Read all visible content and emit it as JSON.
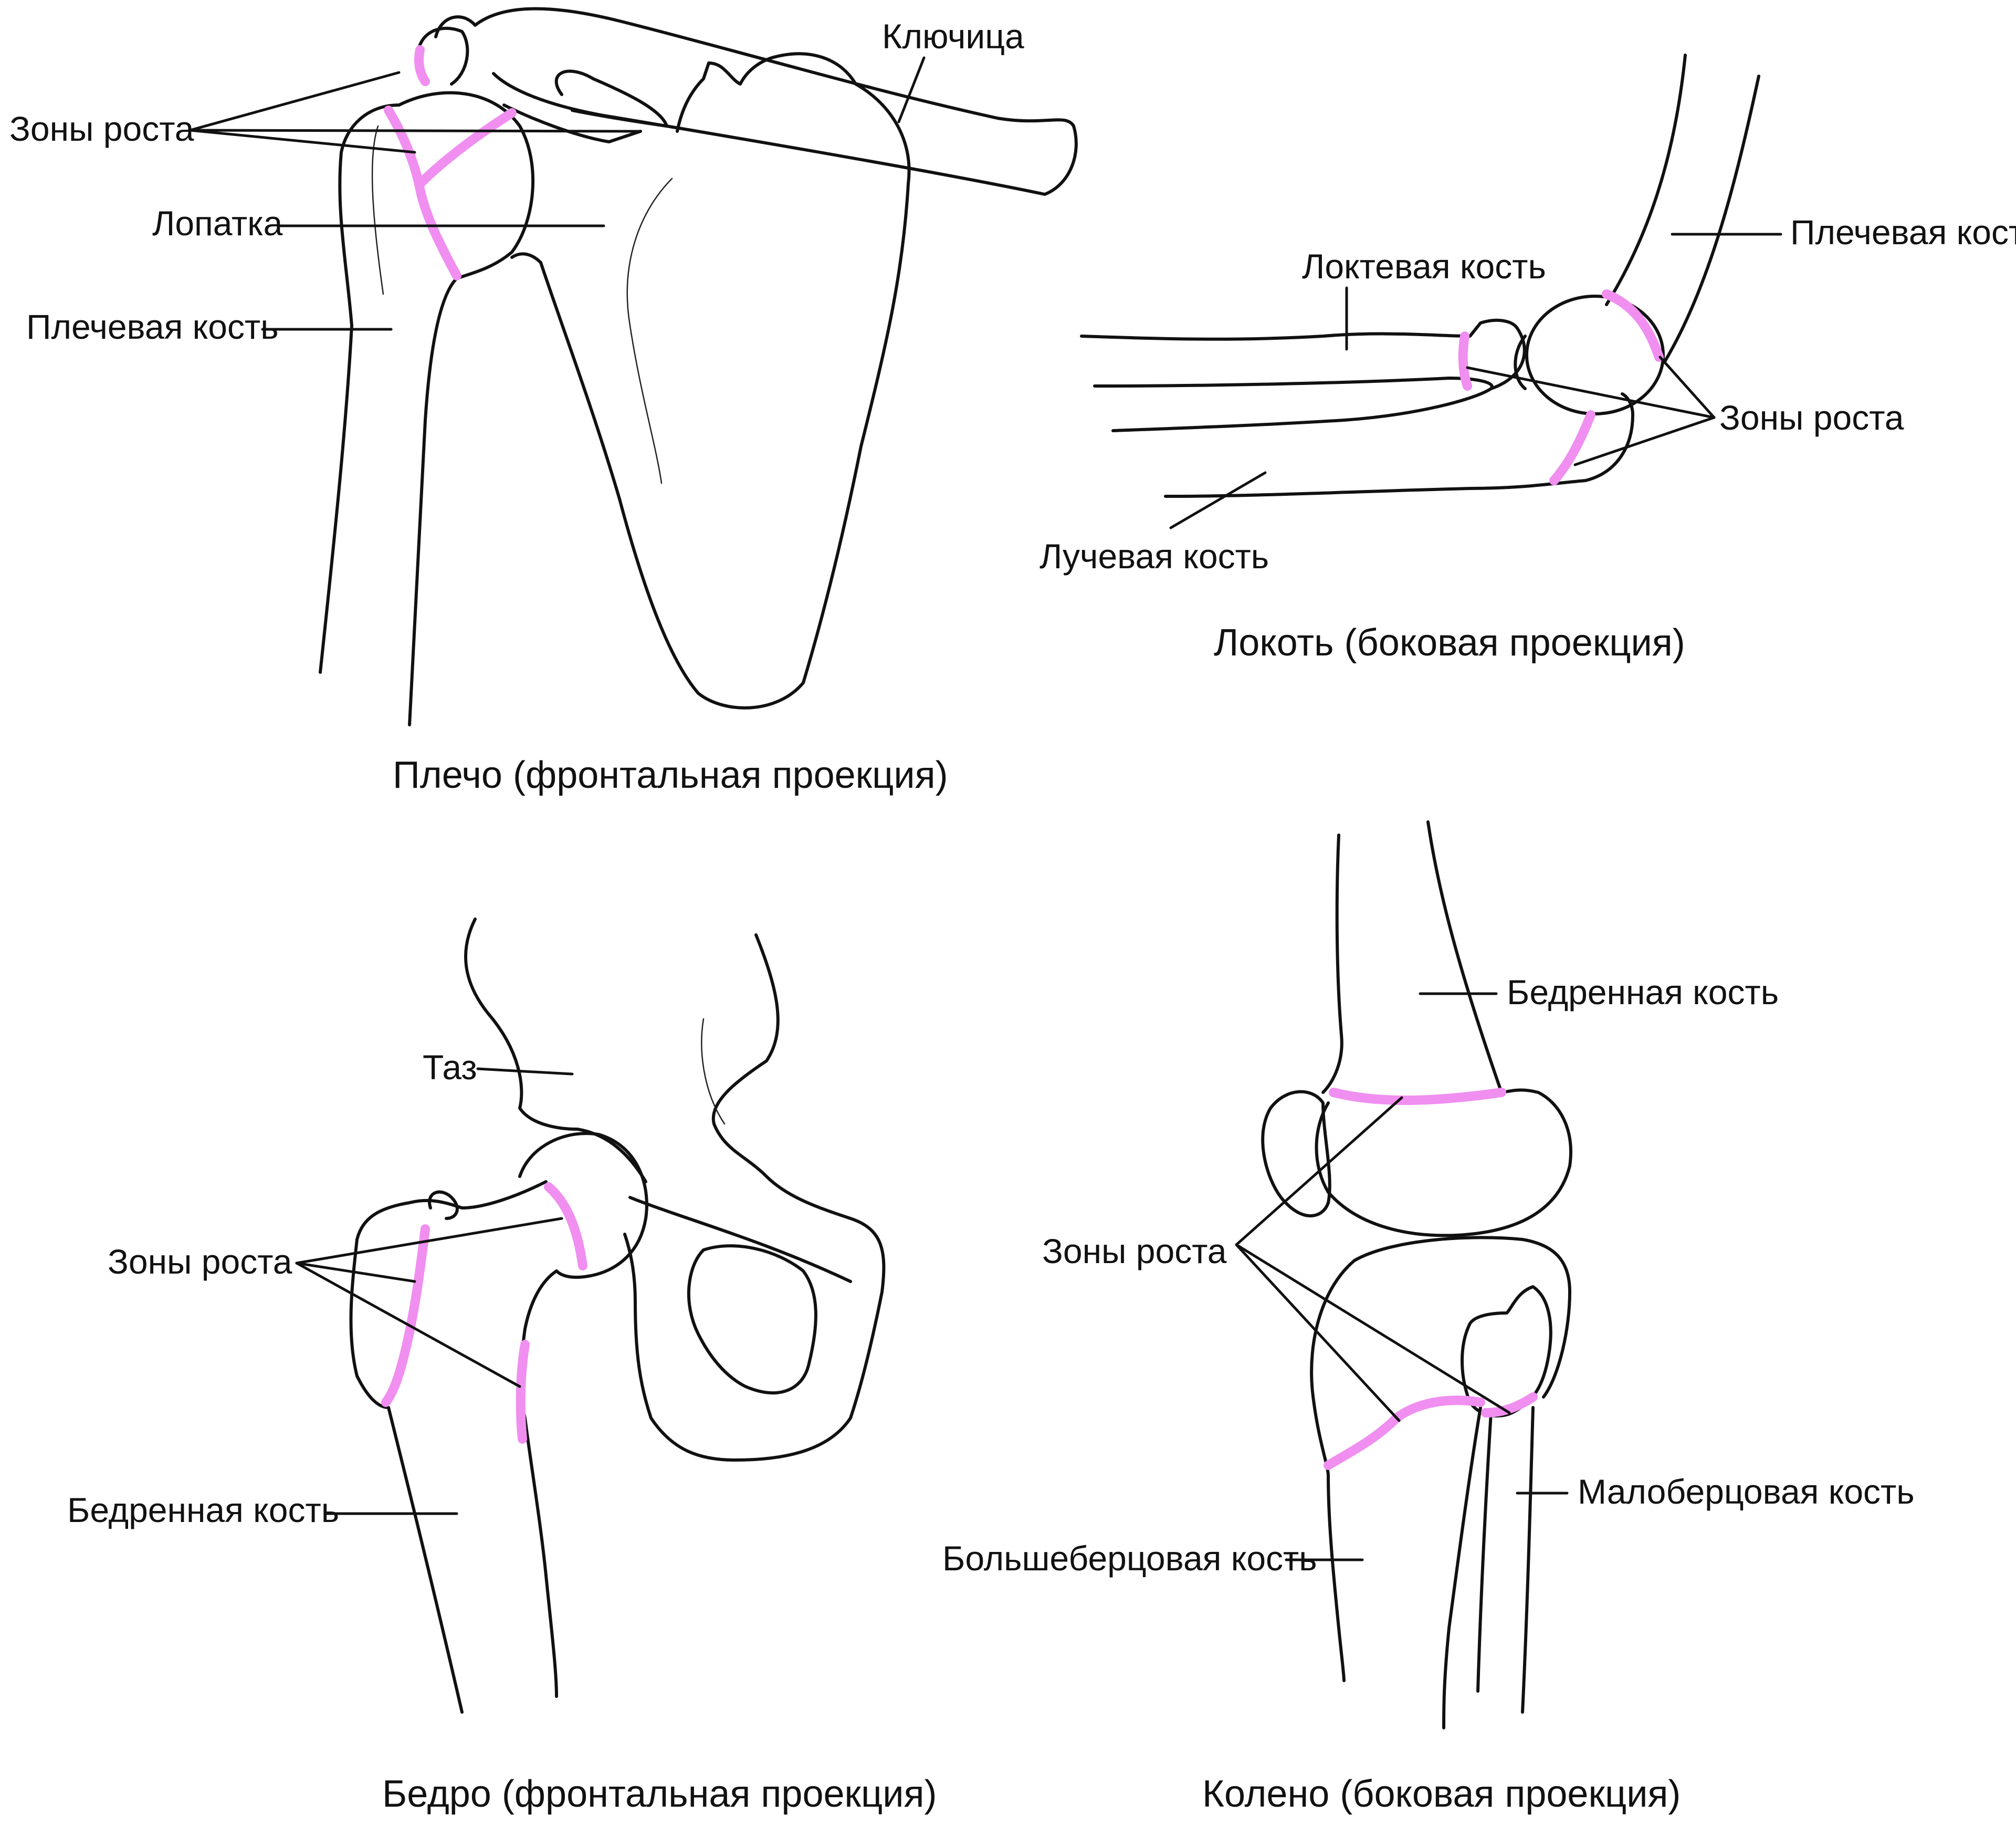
{
  "colors": {
    "line": "#111111",
    "growth_zone": "#f08ff0",
    "background": "#ffffff"
  },
  "shoulder": {
    "caption": "Плечо (фронтальная проекция)",
    "labels": {
      "growth": "Зоны роста",
      "scapula": "Лопатка",
      "humerus": "Плечевая кость",
      "clavicle": "Ключица"
    }
  },
  "elbow": {
    "caption": "Локоть (боковая проекция)",
    "labels": {
      "ulna": "Локтевая кость",
      "humerus": "Плечевая кость",
      "growth": "Зоны роста",
      "radius": "Лучевая кость"
    }
  },
  "hip": {
    "caption": "Бедро (фронтальная проекция)",
    "labels": {
      "pelvis": "Таз",
      "growth": "Зоны роста",
      "femur": "Бедренная кость"
    }
  },
  "knee": {
    "caption": "Колено (боковая проекция)",
    "labels": {
      "femur": "Бедренная кость",
      "growth": "Зоны роста",
      "fibula": "Малоберцовая кость",
      "tibia": "Большеберцовая кость"
    }
  }
}
